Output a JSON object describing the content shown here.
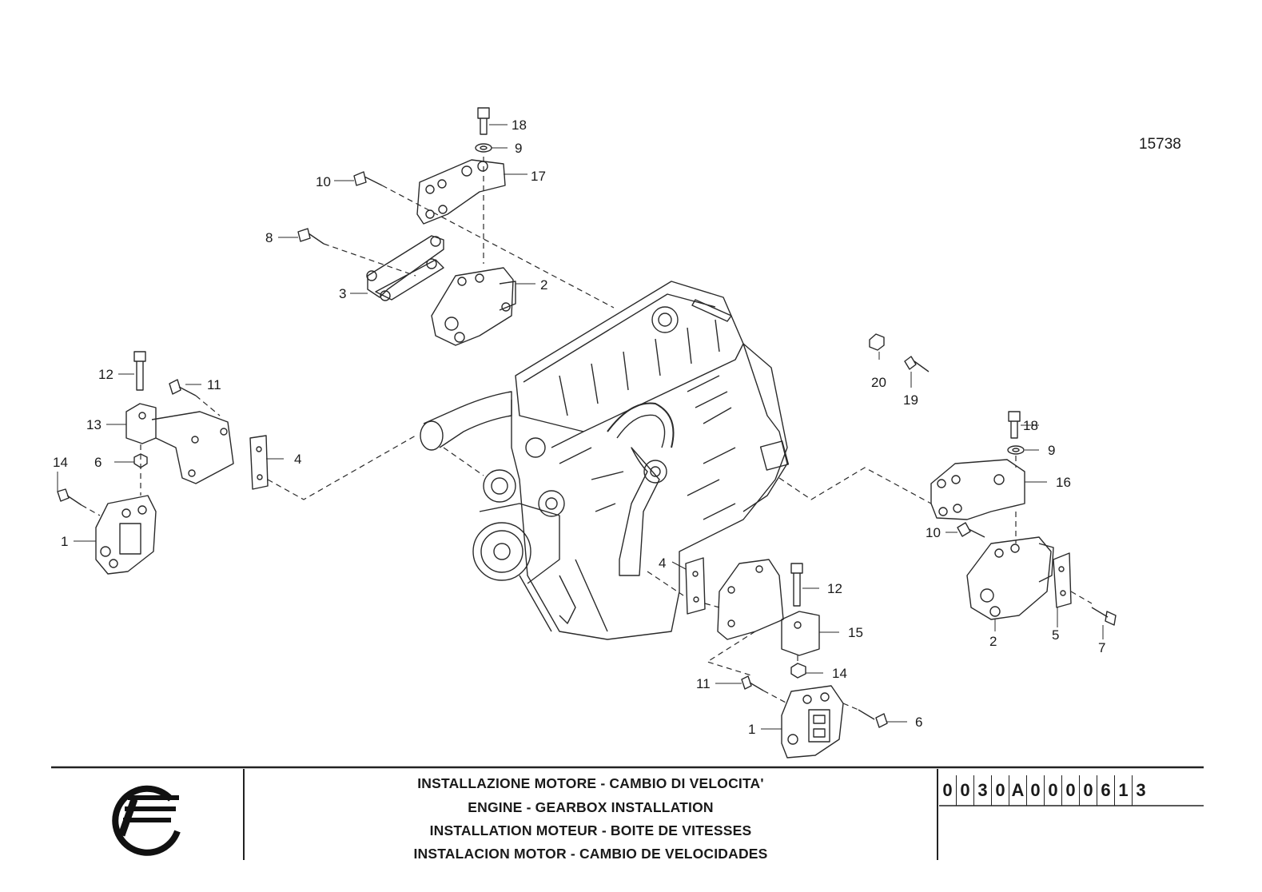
{
  "drawing": {
    "reference_number": "15738",
    "callouts": [
      "18",
      "9",
      "17",
      "10",
      "8",
      "2",
      "3",
      "12",
      "11",
      "13",
      "4",
      "6",
      "14",
      "1",
      "20",
      "19",
      "18",
      "9",
      "16",
      "10",
      "4",
      "12",
      "2",
      "5",
      "7",
      "15",
      "14",
      "11",
      "6",
      "1"
    ]
  },
  "title_block": {
    "logo": "company-logo-icon",
    "titles": [
      "INSTALLAZIONE MOTORE - CAMBIO DI VELOCITA'",
      "ENGINE - GEARBOX INSTALLATION",
      "INSTALLATION MOTEUR - BOITE DE VITESSES",
      "INSTALACION MOTOR - CAMBIO DE VELOCIDADES"
    ],
    "drawing_code": [
      "0",
      "0",
      "3",
      "0",
      "A",
      "0",
      "0",
      "0",
      "0",
      "6",
      "1",
      "3"
    ]
  }
}
